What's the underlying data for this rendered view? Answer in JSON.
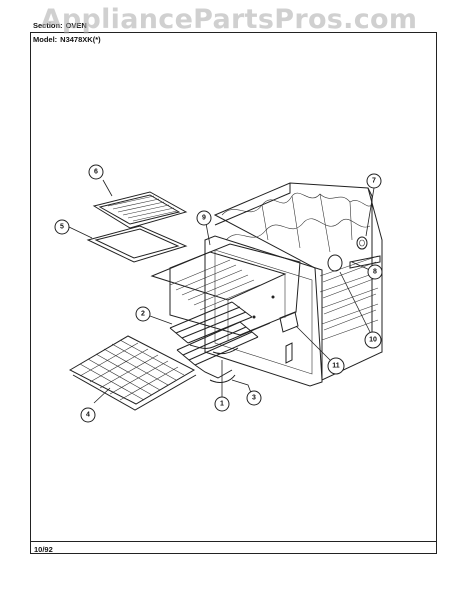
{
  "watermark": "AppliancePartsPros.com",
  "header": {
    "section_label": "Section:",
    "section_value": "OVEN",
    "model_label": "Model:",
    "model_value": "N3478XK(*)"
  },
  "footer": {
    "date": "10/92"
  },
  "callouts": [
    "1",
    "2",
    "3",
    "4",
    "5",
    "6",
    "7",
    "8",
    "9",
    "10",
    "11"
  ],
  "icons": [
    "broil-pan-insert-icon",
    "broil-pan-icon",
    "oven-rack-icon",
    "bake-element-icon",
    "broil-element-icon",
    "oven-liner-icon",
    "oven-cavity-icon"
  ]
}
